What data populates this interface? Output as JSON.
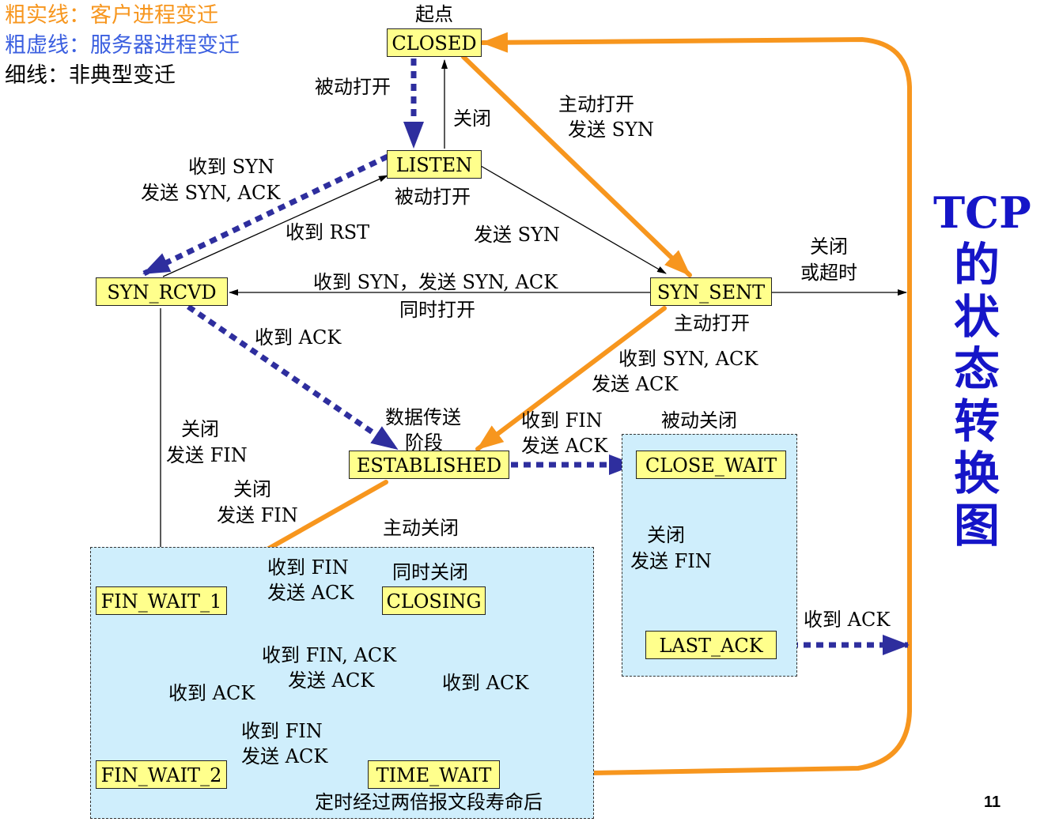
{
  "legend": {
    "client": {
      "text": "粗实线：客户进程变迁",
      "color": "#f7961e"
    },
    "server": {
      "text": "粗虚线：服务器进程变迁",
      "color": "#3b5fe0"
    },
    "atypical": {
      "text": "细线：非典型变迁",
      "color": "#000000"
    }
  },
  "title_chars": [
    "TCP",
    "的",
    "状",
    "态",
    "转",
    "换",
    "图"
  ],
  "title_color": "#1515c8",
  "page_number": "11",
  "region_labels": {
    "active_close": "主动关闭",
    "passive_close": "被动关闭",
    "simultaneous_close": "同时关闭"
  },
  "states": {
    "closed": "CLOSED",
    "listen": "LISTEN",
    "syn_rcvd": "SYN_RCVD",
    "syn_sent": "SYN_SENT",
    "established": "ESTABLISHED",
    "close_wait": "CLOSE_WAIT",
    "last_ack": "LAST_ACK",
    "fin_wait_1": "FIN_WAIT_1",
    "closing": "CLOSING",
    "fin_wait_2": "FIN_WAIT_2",
    "time_wait": "TIME_WAIT"
  },
  "labels": {
    "start": "起点",
    "passive_open_1": "被动打开",
    "close_1": "关闭",
    "active_open_l1": "主动打开",
    "active_open_l2": "发送 SYN",
    "recv_syn_l1": "收到 SYN",
    "recv_syn_l2": "发送 SYN, ACK",
    "passive_open_2": "被动打开",
    "recv_rst": "收到 RST",
    "send_syn": "发送 SYN",
    "close_timeout_l1": "关闭",
    "close_timeout_l2": "或超时",
    "simul_open_l1": "收到 SYN，发送 SYN, ACK",
    "simul_open_l2": "同时打开",
    "active_open_2": "主动打开",
    "recv_ack_1": "收到 ACK",
    "recv_synack_l1": "收到 SYN, ACK",
    "recv_synack_l2": "发送 ACK",
    "data_transfer_l1": "数据传送",
    "data_transfer_l2": "阶段",
    "recv_fin_l1": "收到 FIN",
    "recv_fin_l2": "发送 ACK",
    "close_fin_rcvd_l1": "关闭",
    "close_fin_rcvd_l2": "发送 FIN",
    "close_fin_est_l1": "关闭",
    "close_fin_est_l2": "发送 FIN",
    "close_fin_cw_l1": "关闭",
    "close_fin_cw_l2": "发送 FIN",
    "fw1_recv_fin_l1": "收到 FIN",
    "fw1_recv_fin_l2": "发送 ACK",
    "recv_ack_lastack": "收到 ACK",
    "fw1_recv_finack_l1": "收到 FIN, ACK",
    "fw1_recv_finack_l2": "发送 ACK",
    "recv_ack_closing": "收到 ACK",
    "recv_ack_fw1": "收到 ACK",
    "fw2_recv_fin_l1": "收到 FIN",
    "fw2_recv_fin_l2": "发送 ACK",
    "timeout_2msl": "定时经过两倍报文段寿命后"
  }
}
